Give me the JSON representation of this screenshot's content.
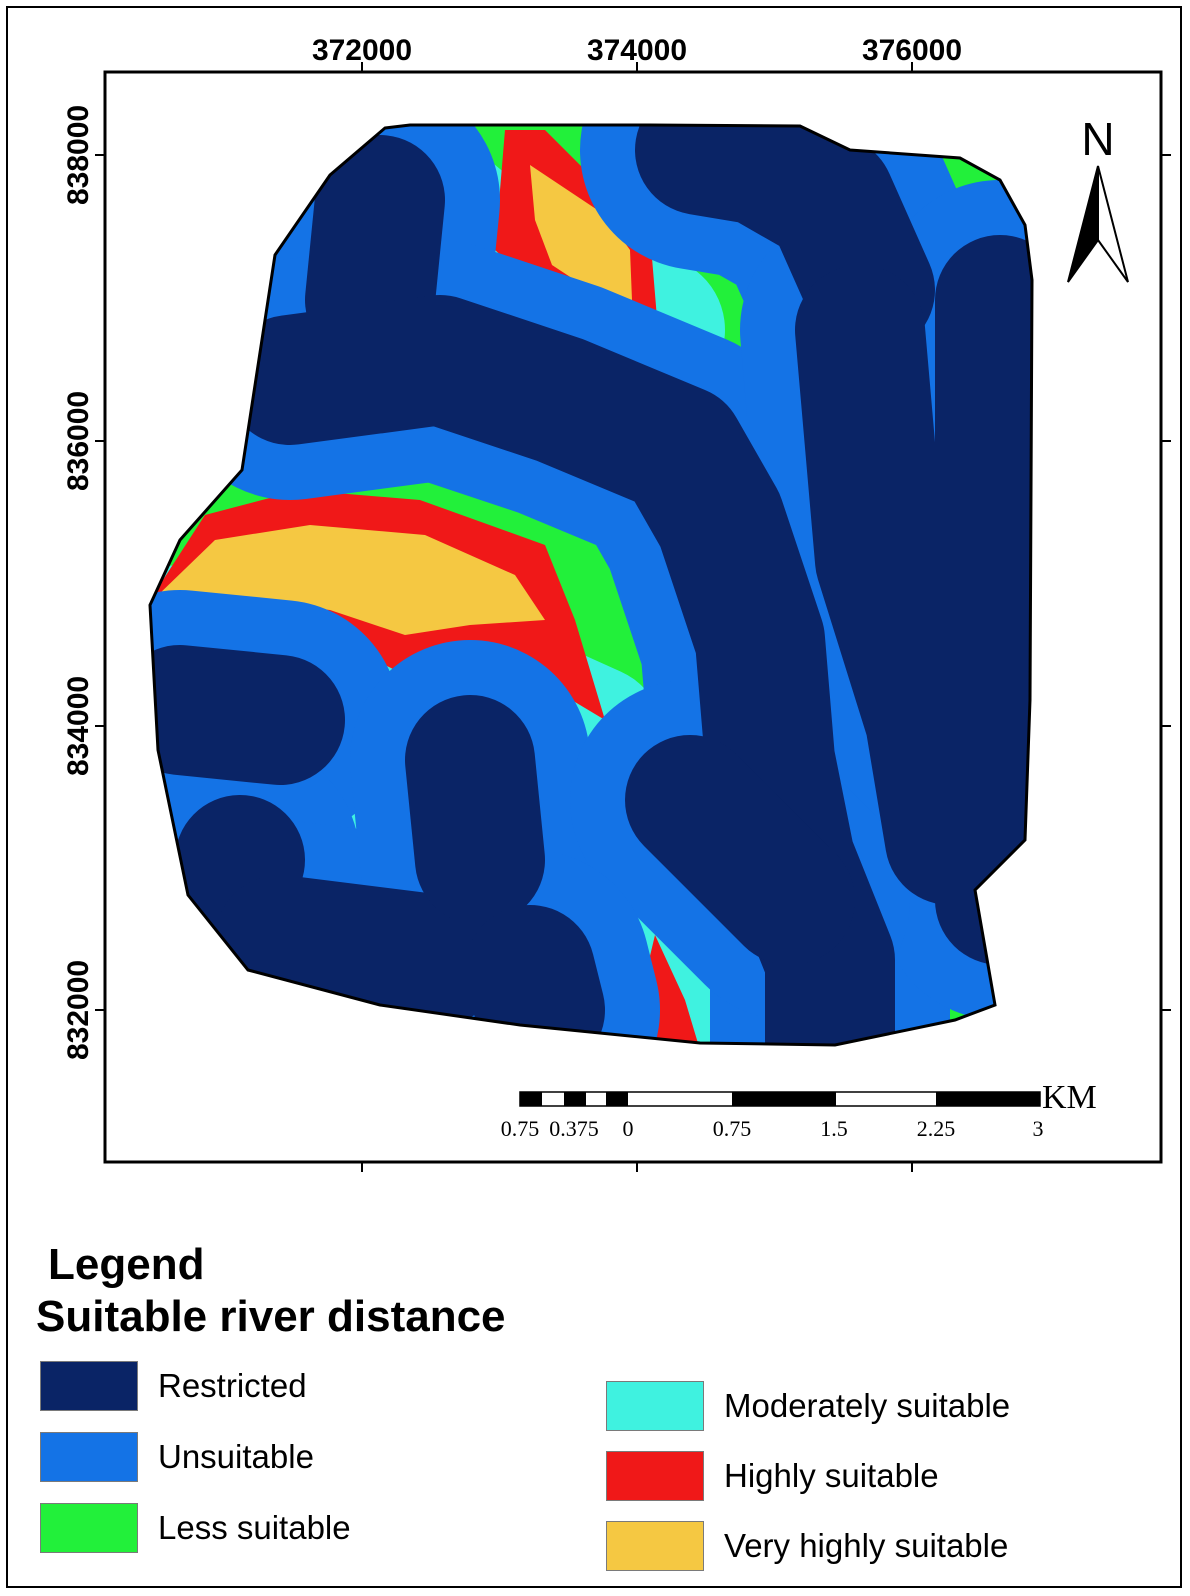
{
  "map": {
    "x_axis_ticks": [
      "372000",
      "374000",
      "376000"
    ],
    "y_axis_ticks": [
      "838000",
      "836000",
      "834000",
      "832000"
    ],
    "north_arrow": {
      "icon": "north-arrow-icon",
      "label": "N"
    },
    "scale_bar": {
      "unit": "KM",
      "labels": [
        "0.75",
        "0.375",
        "0",
        "0.75",
        "1.5",
        "2.25",
        "3"
      ]
    }
  },
  "legend": {
    "title": "Legend",
    "subtitle": "Suitable river distance",
    "items": [
      {
        "label": "Restricted",
        "color": "#0a2466"
      },
      {
        "label": "Unsuitable",
        "color": "#1473e6"
      },
      {
        "label": "Less suitable",
        "color": "#22f03a"
      },
      {
        "label": "Moderately suitable",
        "color": "#3ff2e0"
      },
      {
        "label": "Highly suitable",
        "color": "#f01818"
      },
      {
        "label": "Very highly suitable",
        "color": "#f5c842"
      }
    ]
  }
}
